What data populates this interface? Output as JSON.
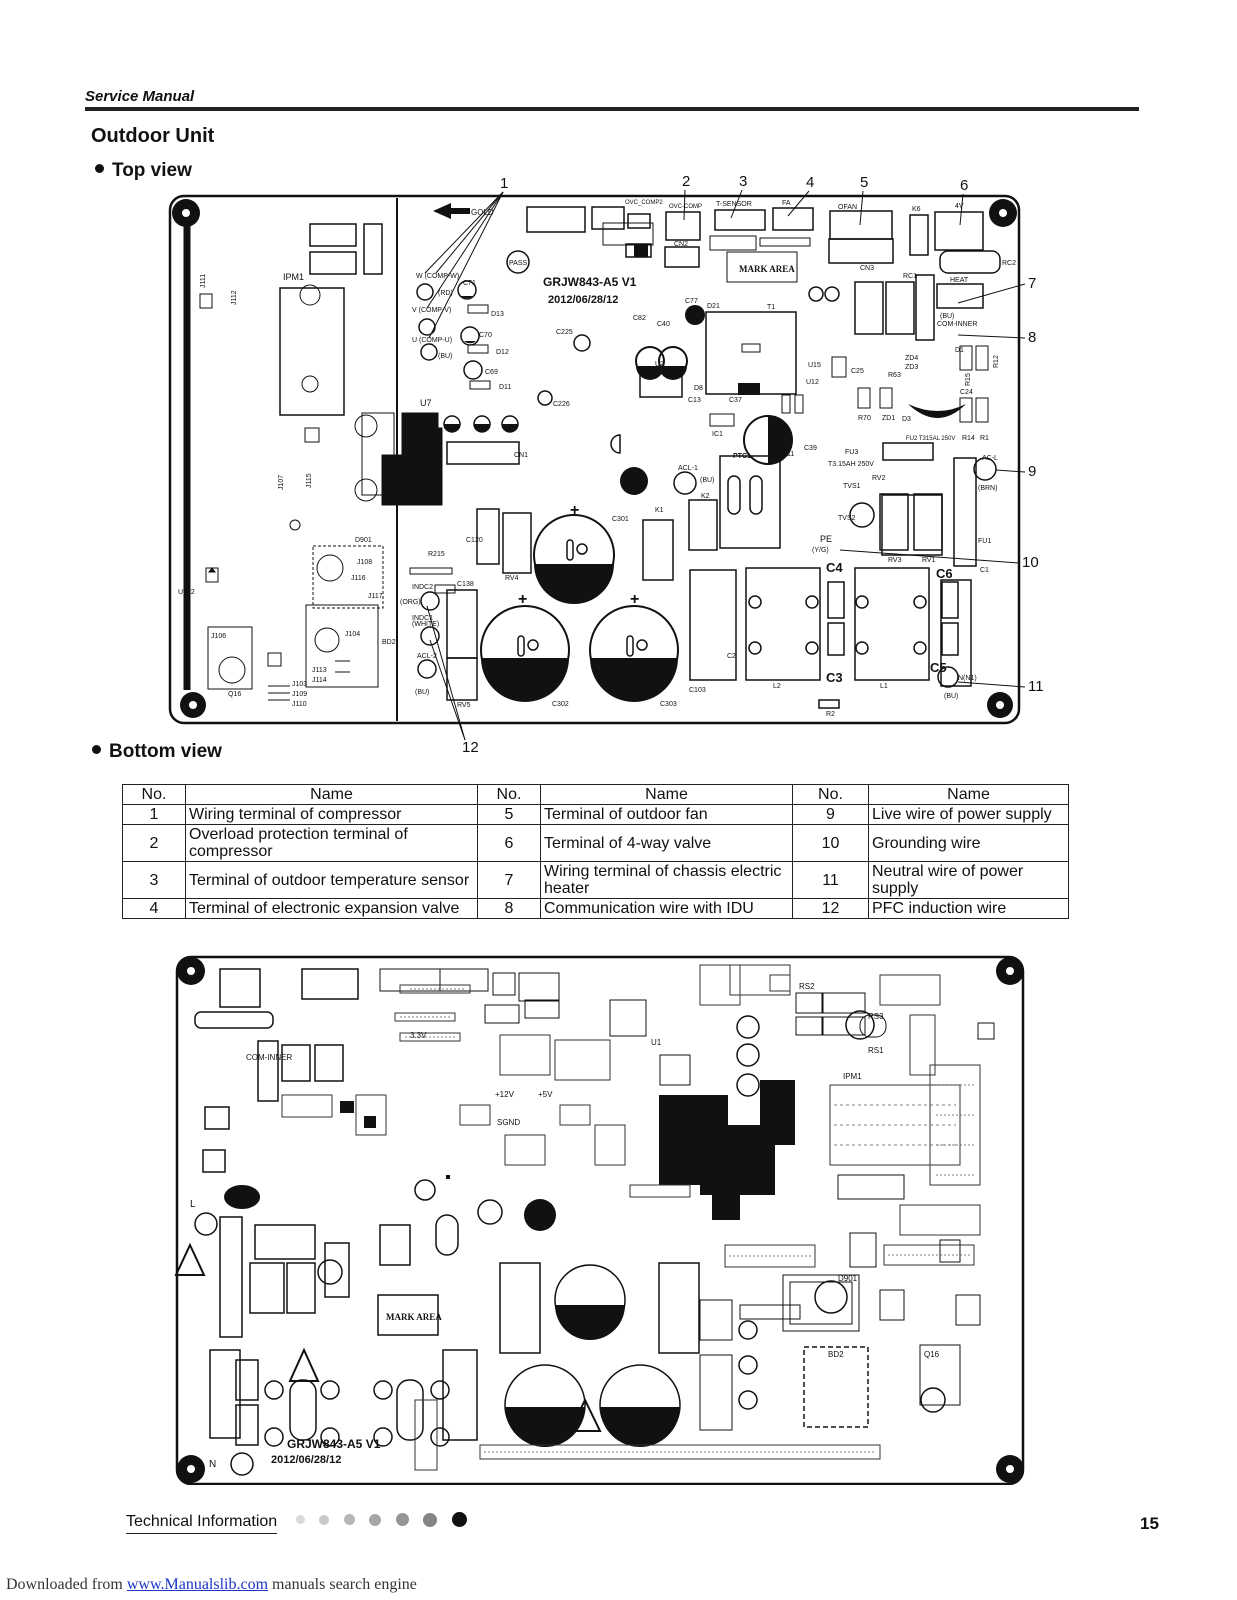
{
  "header": {
    "title": "Service Manual"
  },
  "section": {
    "title": "Outdoor Unit"
  },
  "views": {
    "top": "Top view",
    "bottom": "Bottom view"
  },
  "board": {
    "model": "GRJW843-A5  V1",
    "date": "2012/06/28/12",
    "mark_area": "MARK AREA",
    "pass": "PASS",
    "gold": "GOLD",
    "labels": {
      "ipm1": "IPM1",
      "u7": "U7",
      "cn1": "CN1",
      "cn3": "CN3",
      "cn2": "CN2",
      "k6": "K6",
      "t1": "T1",
      "u2": "U2",
      "ptc1": "PTC1",
      "ic1": "IC1",
      "d901": "D901",
      "j116": "J116",
      "j106": "J106",
      "j104": "J104",
      "bd2": "BD2",
      "q16": "Q16",
      "rv5": "RV5",
      "rv4": "RV4",
      "c301": "C301",
      "c302": "C302",
      "c303": "C303",
      "c103": "C103",
      "k1": "K1",
      "k2": "K2",
      "l1": "L1",
      "l2": "L2",
      "c1": "C1",
      "c2": "C2",
      "c3": "C3",
      "c4": "C4",
      "c5": "C5",
      "c6": "C6",
      "fu1": "FU1",
      "fu3": "FU3",
      "fu3_rating": "T3.15AH 250V",
      "fu2": "FU2 T315AL 250V",
      "tvs1": "TVS1",
      "rv2": "RV2",
      "rv1": "RV1",
      "rv3": "RV3",
      "r2": "R2",
      "heat": "HEAT",
      "ofan": "OFAN",
      "t_sensor": "T-SENSOR",
      "fa": "FA",
      "four_v": "4V",
      "ovc_comp2": "OVC_COMP2",
      "ovc_comp": "OVC-COMP",
      "w_comp": "W (COMP-W)",
      "v_comp": "V (COMP-V)",
      "u_comp": "U (COMP-U)",
      "red": "(RD)",
      "blue": "(BU)",
      "brown": "(BRN)",
      "ac_l": "AC-L",
      "pe": "PE",
      "pe_color": "(Y/G)",
      "n": "N(N1)",
      "acl1": "ACL-1",
      "acl2": "ACL-2",
      "indc2": "INDC2",
      "indc1": "INDC1",
      "orange": "(ORG)",
      "white": "(WHITE)",
      "com_inner": "COM-INNER",
      "bu_com": "(BU)",
      "c120": "C120",
      "c138": "C138",
      "r215": "R215",
      "u15": "U15",
      "u12": "U12",
      "c24": "C24",
      "c25": "C25",
      "c37": "C37",
      "c40": "C40",
      "c82": "C82",
      "c77": "C77",
      "c71": "C71",
      "c70": "C70",
      "c69": "C69",
      "c225": "C225",
      "c226": "C226",
      "d21": "D21",
      "d13": "D13",
      "d12": "D12",
      "d11": "D11",
      "d8": "D8",
      "c11": "C11",
      "c13": "C13",
      "c39": "C39",
      "j111": "J111",
      "j112": "J112",
      "j107": "J107",
      "j115": "J115",
      "j113": "J113",
      "j114": "J114",
      "j109": "J109",
      "j110": "J110",
      "j103": "J103",
      "j108": "J108",
      "j117": "J117",
      "u902": "U902",
      "rc1": "RC1",
      "rc2": "RC2",
      "zd4": "ZD4",
      "zd3": "ZD3",
      "zd1": "ZD1",
      "d3": "D3",
      "r70": "R70",
      "r63": "R63",
      "r12": "R12",
      "r15": "R15",
      "r14": "R14",
      "r1": "R1",
      "tvs2": "TVS2",
      "d1": "D1"
    },
    "callouts": [
      "1",
      "2",
      "3",
      "4",
      "5",
      "6",
      "7",
      "8",
      "9",
      "10",
      "11",
      "12"
    ]
  },
  "bottom_board": {
    "model": "GRJW843-A5  V1",
    "date": "2012/06/28/12",
    "mark_area": "MARK AREA",
    "labels": {
      "l": "L",
      "n": "N",
      "rs1": "RS1",
      "rs2": "RS2",
      "rs3": "RS3",
      "u1": "U1",
      "ipm1": "IPM1",
      "d901": "D901",
      "bd2": "BD2",
      "q16": "Q16",
      "com_inner": "COM-INNER",
      "v33": "3.3V",
      "v12": "+12V",
      "v5": "+5V",
      "sgnd": "SGND"
    }
  },
  "table": {
    "headers": [
      "No.",
      "Name",
      "No.",
      "Name",
      "No.",
      "Name"
    ],
    "rows": [
      [
        {
          "no": "1",
          "name": "Wiring terminal of compressor"
        },
        {
          "no": "5",
          "name": "Terminal of outdoor fan"
        },
        {
          "no": "9",
          "name": "Live wire of power supply"
        }
      ],
      [
        {
          "no": "2",
          "name": "Overload protection terminal of compressor"
        },
        {
          "no": "6",
          "name": "Terminal of 4-way valve"
        },
        {
          "no": "10",
          "name": "Grounding wire"
        }
      ],
      [
        {
          "no": "3",
          "name": "Terminal of outdoor temperature sensor"
        },
        {
          "no": "7",
          "name": "Wiring terminal of chassis electric heater"
        },
        {
          "no": "11",
          "name": "Neutral wire of power supply"
        }
      ],
      [
        {
          "no": "4",
          "name": "Terminal of electronic expansion valve"
        },
        {
          "no": "8",
          "name": "Communication wire with IDU"
        },
        {
          "no": "12",
          "name": "PFC induction wire"
        }
      ]
    ]
  },
  "footer": {
    "label": "Technical Information",
    "page": "15",
    "download_prefix": "Downloaded from",
    "download_link": "www.Manualslib.com",
    "download_suffix": " manuals search engine",
    "dot_colors": [
      "#d9d9d9",
      "#c8c8c8",
      "#b7b7b7",
      "#a6a6a6",
      "#959595",
      "#848484",
      "#111111"
    ]
  }
}
